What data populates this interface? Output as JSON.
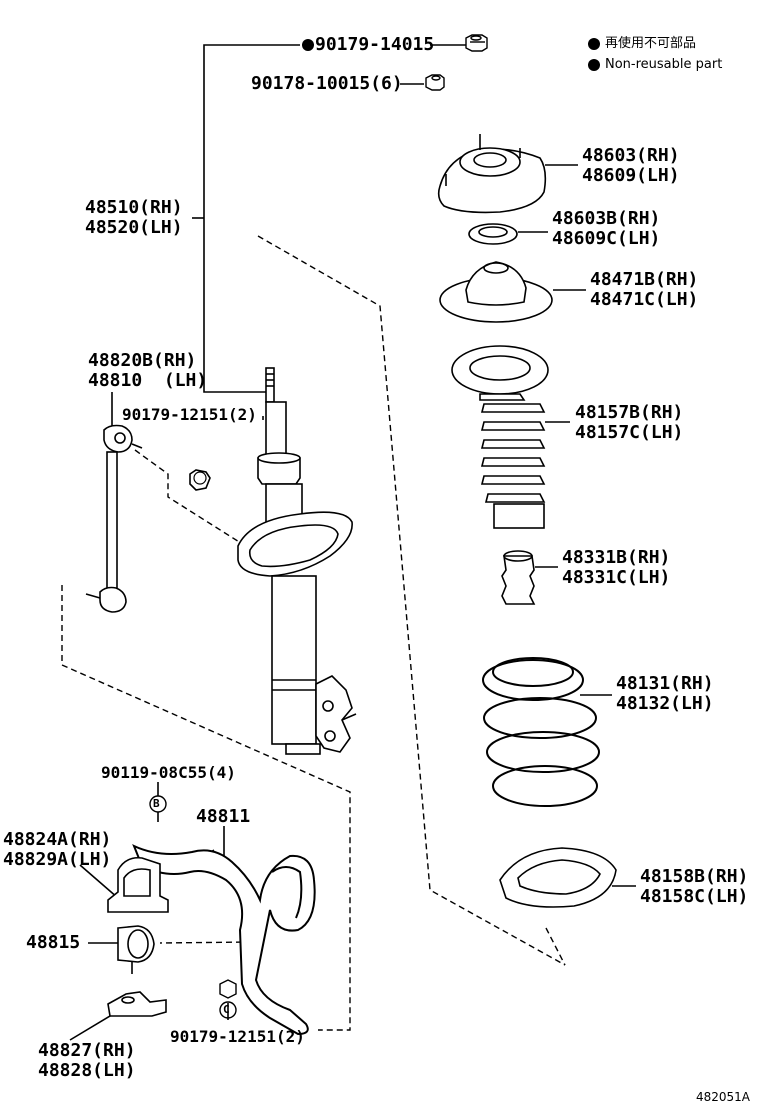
{
  "legend": {
    "line1": "再使用不可部品",
    "line2": "Non-reusable part"
  },
  "labels": {
    "nut_top": "90179-14015",
    "nut_small": "90178-10015(6)",
    "strut_rh": "48510(RH)",
    "strut_lh": "48520(LH)",
    "link_rh": "48820B(RH)",
    "link_lh": "48810  (LH)",
    "link_nut": "90179-12151(2)",
    "mount_rh": "48603(RH)",
    "mount_lh": "48609(LH)",
    "bearing_rh": "48603B(RH)",
    "bearing_lh": "48609C(LH)",
    "seat_rh": "48471B(RH)",
    "seat_lh": "48471C(LH)",
    "boot_rh": "48157B(RH)",
    "boot_lh": "48157C(LH)",
    "bumper_rh": "48331B(RH)",
    "bumper_lh": "48331C(LH)",
    "spring_rh": "48131(RH)",
    "spring_lh": "48132(LH)",
    "insulator_rh": "48158B(RH)",
    "insulator_lh": "48158C(LH)",
    "bolt": "90119-08C55(4)",
    "bolt_marker": "B",
    "stabilizer_bar": "48811",
    "bracket_rh": "48824A(RH)",
    "bracket_lh": "48829A(LH)",
    "bushing": "48815",
    "clamp_rh": "48827(RH)",
    "clamp_lh": "48828(LH)",
    "bar_nut": "90179-12151(2)",
    "bar_nut_marker": "C",
    "figure_id": "482051A"
  }
}
